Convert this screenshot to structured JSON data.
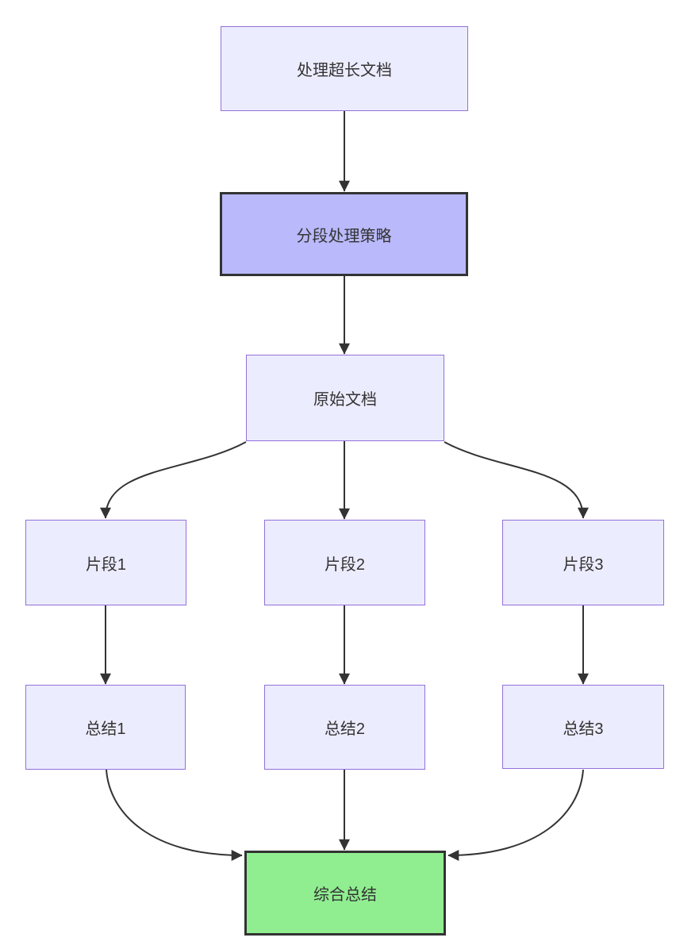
{
  "diagram": {
    "type": "flowchart",
    "direction": "top-down",
    "colors": {
      "background": "#ffffff",
      "line_color": "#333333",
      "text_color": "#333333",
      "node_fill_default": "#ECECFF",
      "node_border_default": "#9370DB",
      "node_fill_strategy": "#b9b9fb",
      "node_fill_final": "#90EE90",
      "node_border_emphasis": "#333333"
    },
    "nodes": [
      {
        "id": "process",
        "label": "处理超长文档",
        "style": "default"
      },
      {
        "id": "strategy",
        "label": "分段处理策略",
        "style": "emphasis"
      },
      {
        "id": "original",
        "label": "原始文档",
        "style": "default"
      },
      {
        "id": "fragment1",
        "label": "片段1",
        "style": "default"
      },
      {
        "id": "fragment2",
        "label": "片段2",
        "style": "default"
      },
      {
        "id": "fragment3",
        "label": "片段3",
        "style": "default"
      },
      {
        "id": "summary1",
        "label": "总结1",
        "style": "default"
      },
      {
        "id": "summary2",
        "label": "总结2",
        "style": "default"
      },
      {
        "id": "summary3",
        "label": "总结3",
        "style": "default"
      },
      {
        "id": "final",
        "label": "综合总结",
        "style": "final"
      }
    ],
    "edges": [
      {
        "from": "process",
        "to": "strategy"
      },
      {
        "from": "strategy",
        "to": "original"
      },
      {
        "from": "original",
        "to": "fragment1"
      },
      {
        "from": "original",
        "to": "fragment2"
      },
      {
        "from": "original",
        "to": "fragment3"
      },
      {
        "from": "fragment1",
        "to": "summary1"
      },
      {
        "from": "fragment2",
        "to": "summary2"
      },
      {
        "from": "fragment3",
        "to": "summary3"
      },
      {
        "from": "summary1",
        "to": "final"
      },
      {
        "from": "summary2",
        "to": "final"
      },
      {
        "from": "summary3",
        "to": "final"
      }
    ]
  }
}
